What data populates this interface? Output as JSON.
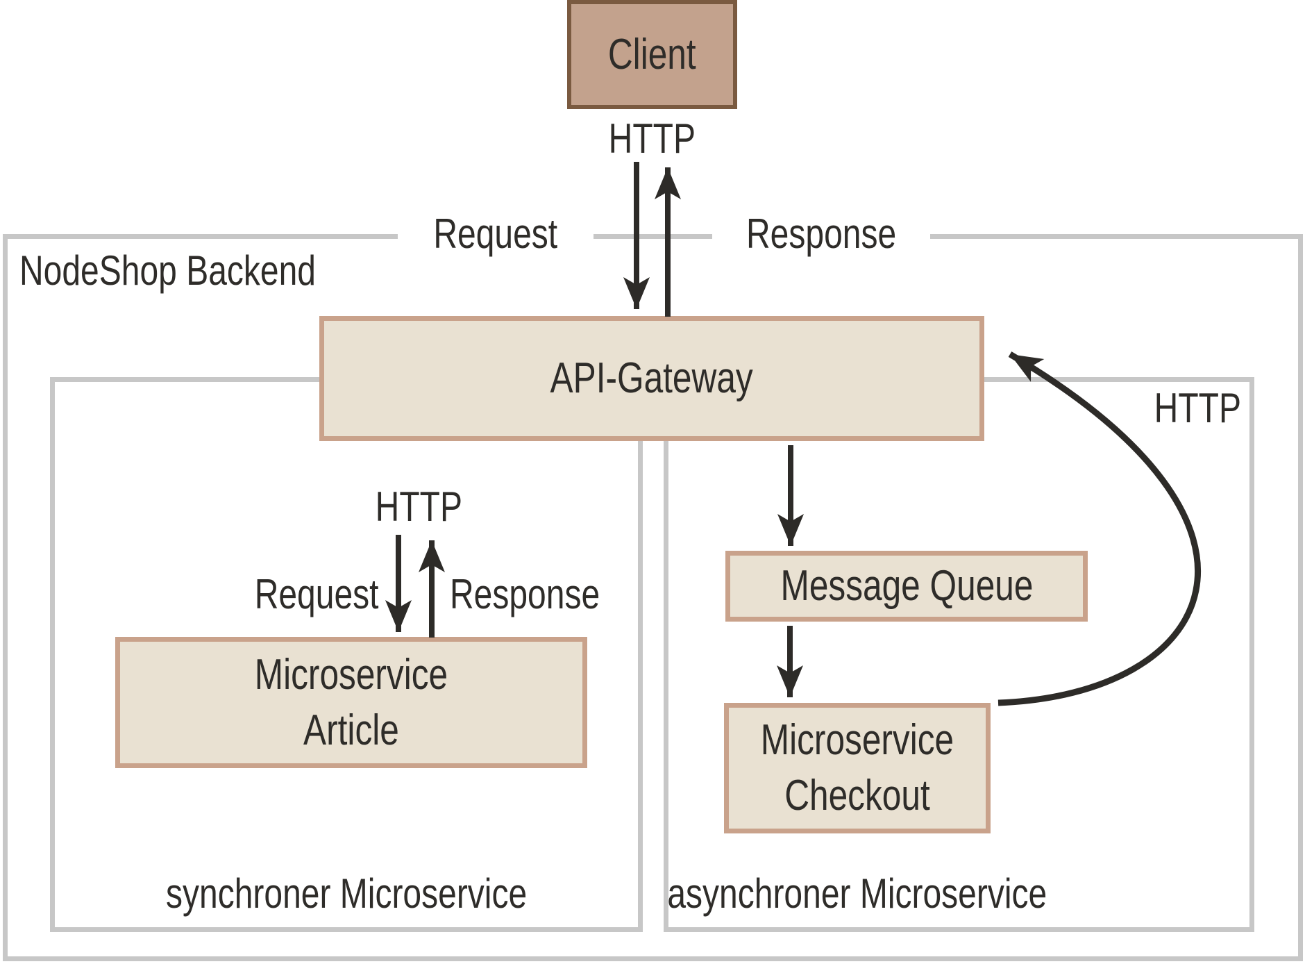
{
  "diagram": {
    "type": "architecture-diagram",
    "groups": {
      "backend": {
        "label": "NodeShop Backend"
      },
      "sync": {
        "label": "synchroner Microservice"
      },
      "async": {
        "label": "asynchroner Microservice"
      }
    },
    "nodes": {
      "client": {
        "label": "Client"
      },
      "gateway": {
        "label": "API-Gateway"
      },
      "queue": {
        "label": "Message Queue"
      },
      "article": {
        "label_line1": "Microservice",
        "label_line2": "Article"
      },
      "checkout": {
        "label_line1": "Microservice",
        "label_line2": "Checkout"
      }
    },
    "edge_labels": {
      "top_protocol": "HTTP",
      "top_request": "Request",
      "top_response": "Response",
      "left_protocol": "HTTP",
      "left_request": "Request",
      "left_response": "Response",
      "curve_protocol": "HTTP"
    },
    "edges": [
      {
        "from": "Client",
        "to": "API-Gateway",
        "protocol": "HTTP",
        "labels": [
          "Request",
          "Response"
        ],
        "style": "two parallel straight arrows"
      },
      {
        "from": "API-Gateway",
        "to": "Microservice Article",
        "protocol": "HTTP",
        "labels": [
          "Request",
          "Response"
        ],
        "style": "two parallel straight arrows"
      },
      {
        "from": "API-Gateway",
        "to": "Message Queue",
        "style": "straight arrow down"
      },
      {
        "from": "Message Queue",
        "to": "Microservice Checkout",
        "style": "straight arrow down"
      },
      {
        "from": "Microservice Checkout",
        "to": "API-Gateway",
        "protocol": "HTTP",
        "style": "curved arrow up-left"
      }
    ],
    "colors": {
      "client_fill": "#c3a28d",
      "client_border": "#7a5a40",
      "box_fill": "#e9e1d2",
      "box_border": "#c9a28b",
      "frame_border": "#c7c7c7",
      "arrow": "#2d2b28",
      "text": "#2e2c29",
      "background": "#ffffff"
    }
  }
}
